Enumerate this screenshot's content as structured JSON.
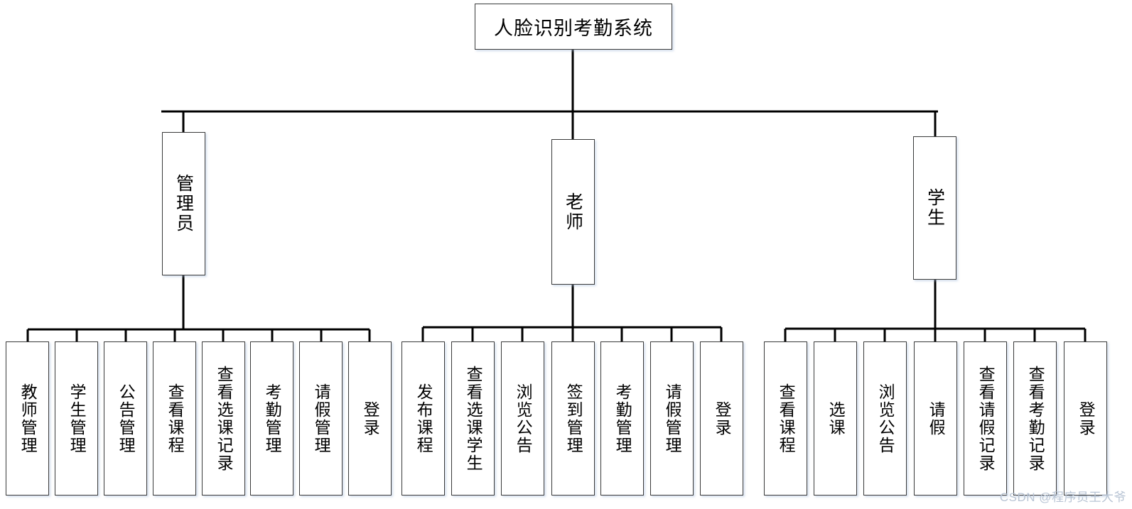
{
  "diagram": {
    "title": "人脸识别考勤系统",
    "root": {
      "label": "人脸识别考勤系统"
    },
    "branches": [
      {
        "key": "admin",
        "label": "管理员",
        "leaves": [
          {
            "label": "教师管理"
          },
          {
            "label": "学生管理"
          },
          {
            "label": "公告管理"
          },
          {
            "label": "查看课程"
          },
          {
            "label": "查看选课记录"
          },
          {
            "label": "考勤管理"
          },
          {
            "label": "请假管理"
          },
          {
            "label": "登录"
          }
        ]
      },
      {
        "key": "teacher",
        "label": "老师",
        "leaves": [
          {
            "label": "发布课程"
          },
          {
            "label": "查看选课学生"
          },
          {
            "label": "浏览公告"
          },
          {
            "label": "签到管理"
          },
          {
            "label": "考勤管理"
          },
          {
            "label": "请假管理"
          },
          {
            "label": "登录"
          }
        ]
      },
      {
        "key": "student",
        "label": "学生",
        "leaves": [
          {
            "label": "查看课程"
          },
          {
            "label": "选课"
          },
          {
            "label": "浏览公告"
          },
          {
            "label": "请假"
          },
          {
            "label": "查看请假记录"
          },
          {
            "label": "查看考勤记录"
          },
          {
            "label": "登录"
          }
        ]
      }
    ],
    "watermark": "CSDN @程序员王大爷",
    "colors": {
      "node_border": "#3a3a3a",
      "node_fill": "#ffffff",
      "connector": "#000000",
      "watermark": "#b8c4d4"
    }
  }
}
